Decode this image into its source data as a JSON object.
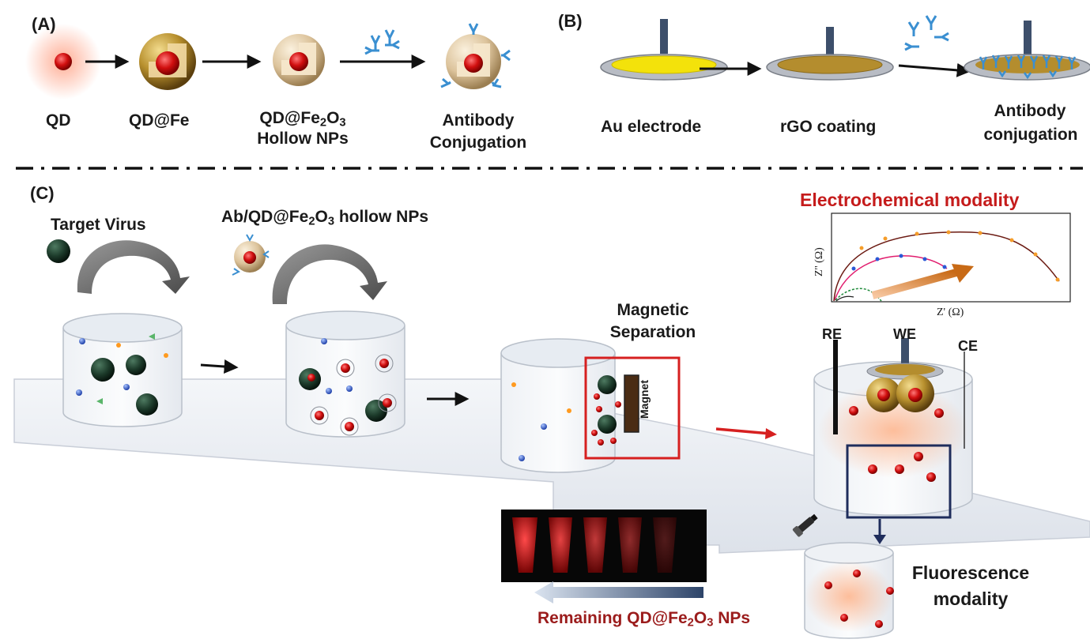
{
  "panels": {
    "a": "(A)",
    "b": "(B)",
    "c": "(C)"
  },
  "panel_a": {
    "qd": "QD",
    "qd_fe": "QD@Fe",
    "qd_fe2o3_prefix": "QD@Fe",
    "qd_fe2o3_sub1": "2",
    "qd_fe2o3_mid": "O",
    "qd_fe2o3_sub2": "3",
    "hollow_nps": "Hollow NPs",
    "antibody": "Antibody",
    "conjugation": "Conjugation"
  },
  "panel_b": {
    "au_electrode": "Au electrode",
    "rgo_coating": "rGO coating",
    "antibody": "Antibody",
    "conjugation": "conjugation"
  },
  "panel_c": {
    "target_virus": "Target Virus",
    "ab_nps_prefix": "Ab/QD@Fe",
    "ab_nps_sub1": "2",
    "ab_nps_mid": "O",
    "ab_nps_sub2": "3",
    "ab_nps_suffix": " hollow NPs",
    "magnetic": "Magnetic",
    "separation": "Separation",
    "magnet": "Magnet",
    "electrochemical": "Electrochemical  modality",
    "axis_y": "Z'' (Ω)",
    "axis_x": "Z' (Ω)",
    "re": "RE",
    "we": "WE",
    "ce": "CE",
    "fluorescence": "Fluorescence",
    "modality": "modality",
    "remaining_prefix": "Remaining QD@Fe",
    "remaining_sub1": "2",
    "remaining_mid": "O",
    "remaining_sub2": "3",
    "remaining_suffix": " NPs"
  },
  "colors": {
    "accent_red": "#c51b1b",
    "antibody_blue": "#3a8fd1",
    "qd_red": "#d10f0f",
    "shell_tan": "#d7c09a",
    "gold": "#b8902e",
    "frame_red": "#d62020",
    "frame_navy": "#1f2d5c"
  },
  "icons": [
    "flashlight-icon",
    "magnet-icon",
    "antibody-icon",
    "virus-icon"
  ]
}
